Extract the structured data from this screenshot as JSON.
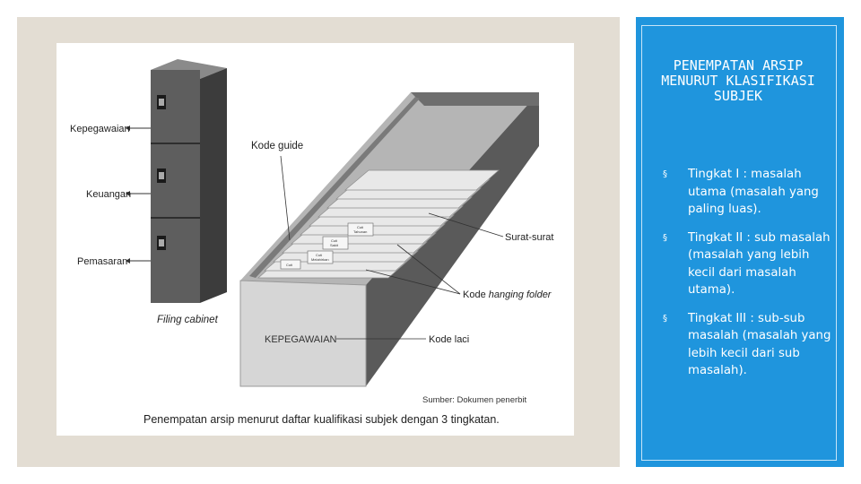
{
  "figure": {
    "labels": {
      "kepegawaian": "Kepegawaian",
      "keuangan": "Keuangan",
      "pemasaran": "Pemasaran",
      "filing_cabinet": "Filing cabinet",
      "kode_guide": "Kode guide",
      "surat_surat": "Surat-surat",
      "kode_hanging_folder_prefix": "Kode ",
      "kode_hanging_folder_italic": "hanging folder",
      "drawer_label": "KEPEGAWAIAN",
      "kode_laci": "Kode laci",
      "sumber": "Sumber: Dokumen penerbit",
      "caption": "Penempatan arsip menurut daftar kualifikasi subjek dengan 3 tingkatan.",
      "tab_1a": "Cuti",
      "tab_1b": "Tahunan",
      "tab_2a": "Cuti",
      "tab_2b": "Sakit",
      "tab_3a": "Cuti",
      "tab_3b": "Melahirkan",
      "tab_4": "Cuti"
    }
  },
  "sidebar": {
    "title": "PENEMPATAN ARSIP MENURUT KLASIFIKASI SUBJEK",
    "bullet_symbol": "§",
    "items": [
      {
        "text": "Tingkat I : masalah utama (masalah yang paling luas)."
      },
      {
        "text": "Tingkat II : sub masalah (masalah yang lebih kecil dari masalah utama)."
      },
      {
        "text": "Tingkat III : sub-sub masalah (masalah yang lebih kecil dari sub masalah)."
      }
    ]
  },
  "colors": {
    "left_background": "#e3ddd3",
    "right_background": "#1f95dd",
    "cabinet": "#5e5e5e",
    "drawer_face": "#d6d6d6"
  }
}
